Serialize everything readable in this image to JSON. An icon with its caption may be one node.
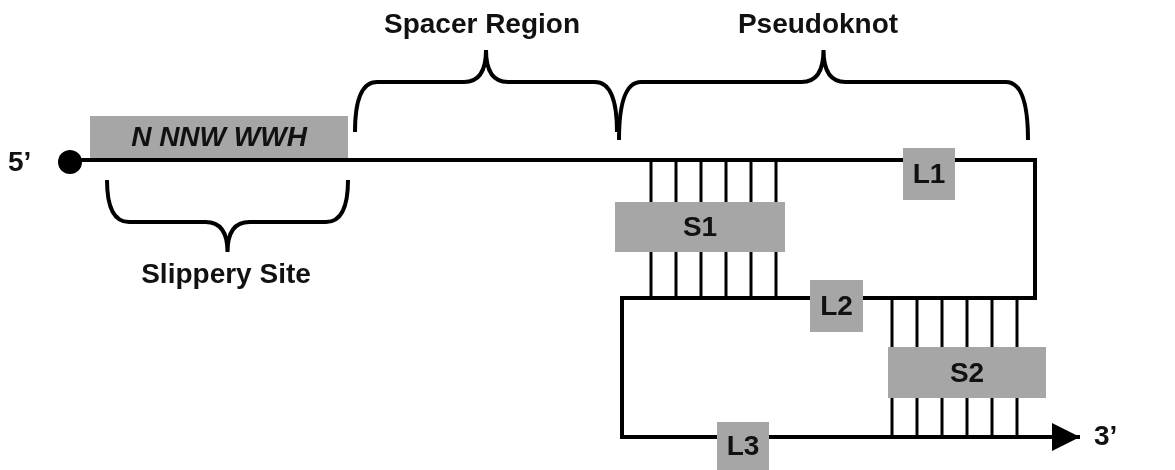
{
  "diagram": {
    "nodes": [
      {
        "text": [
          "N NNW WWH"
        ]
      },
      {
        "text": [
          "L1"
        ]
      },
      {
        "text": [
          "S1"
        ]
      },
      {
        "text": [
          "L2"
        ]
      },
      {
        "text": [
          "S2"
        ]
      },
      {
        "text": [
          "L3"
        ]
      }
    ],
    "labels": [
      "Spacer Region",
      "Pseudoknot",
      "5’",
      "Slippery Site",
      "3’"
    ]
  }
}
